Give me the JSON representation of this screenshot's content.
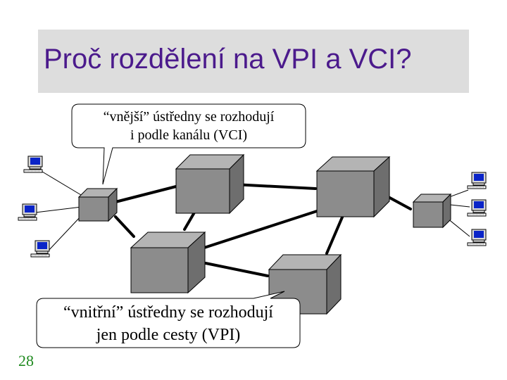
{
  "title": "Proč rozdělení na VPI a VCI?",
  "callouts": {
    "outer": {
      "line1": "“vnější” ústředny se rozhodují",
      "line2": "i podle kanálu (VCI)"
    },
    "inner": {
      "line1": "“vnitřní” ústředny se rozhodují",
      "line2": "jen podle cesty (VPI)"
    }
  },
  "slide_number": "28",
  "colors": {
    "title": "#4b1a8c",
    "title_bg": "#dddddd",
    "switch_front": "#8c8c8c",
    "switch_top": "#b4b4b4",
    "switch_side": "#6e6e6e",
    "link": "#000000",
    "slide_number": "#1f8a1f",
    "computer_screen": "#0a24c8"
  },
  "icons": [
    "computer-icon",
    "switch-icon"
  ]
}
